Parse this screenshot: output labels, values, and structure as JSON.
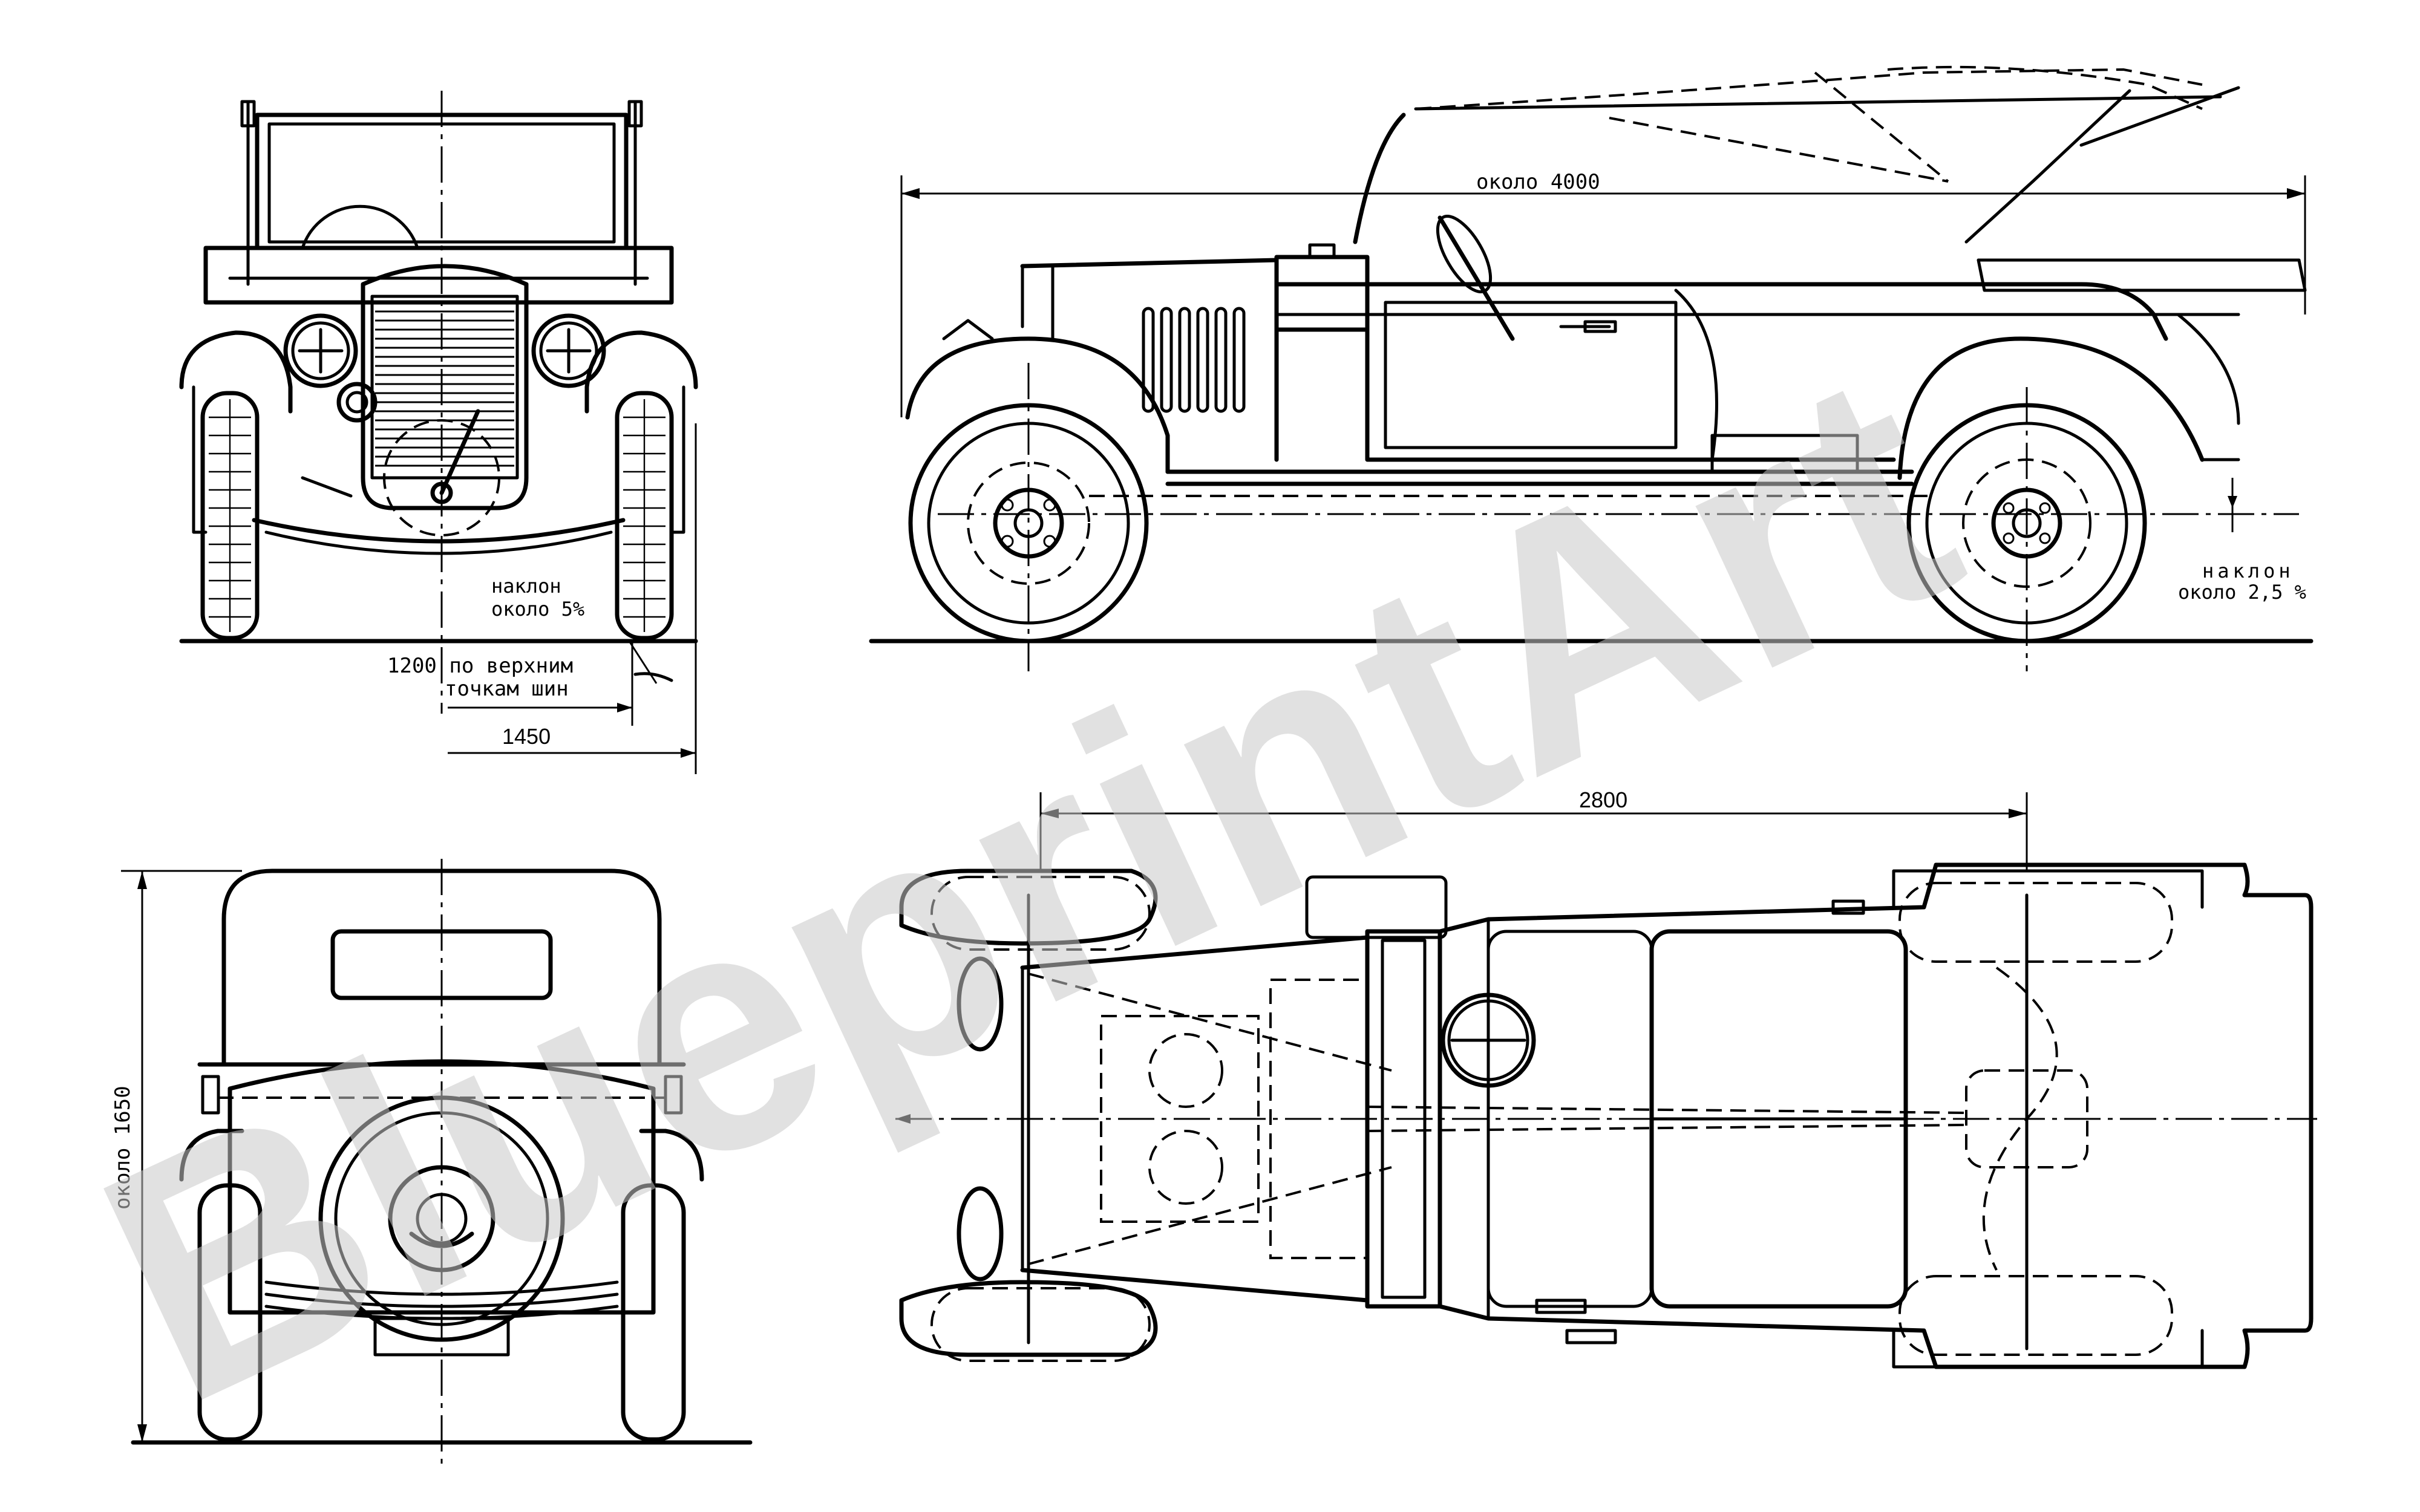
{
  "watermark": {
    "text": "BlueprintArt",
    "color": "#c9c9c9"
  },
  "front_view": {
    "tilt_label_line1": "наклон",
    "tilt_label_line2": "около 5%",
    "track_label_line1": "1200 по верхним",
    "track_label_line2": "точкам шин",
    "width_label": "1450"
  },
  "side_view": {
    "length_label": "около 4000",
    "tilt_label_line1": "наклон",
    "tilt_label_line2": "около 2,5 %"
  },
  "rear_view": {
    "height_label": "около 1650"
  },
  "top_view": {
    "wheelbase_label": "2800"
  },
  "colors": {
    "line": "#000000",
    "background": "#ffffff"
  }
}
